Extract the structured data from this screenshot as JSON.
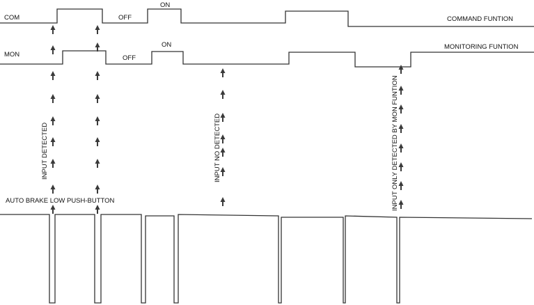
{
  "signals": {
    "com": {
      "name": "COM",
      "function_label": "COMMAND FUNTION",
      "off_label": "OFF",
      "on_label": "ON"
    },
    "mon": {
      "name": "MON",
      "function_label": "MONITORING FUNTION",
      "off_label": "OFF",
      "on_label": "ON"
    },
    "input": {
      "name": "AUTO BRAKE LOW PUSH-BUTTON"
    }
  },
  "annotations": {
    "input_detected": "INPUT DETECTED",
    "input_no_detected": "INPUT NO DETECTED",
    "input_only_mon": "INPUT ONLY DETECTED BY MON FUNTION"
  }
}
